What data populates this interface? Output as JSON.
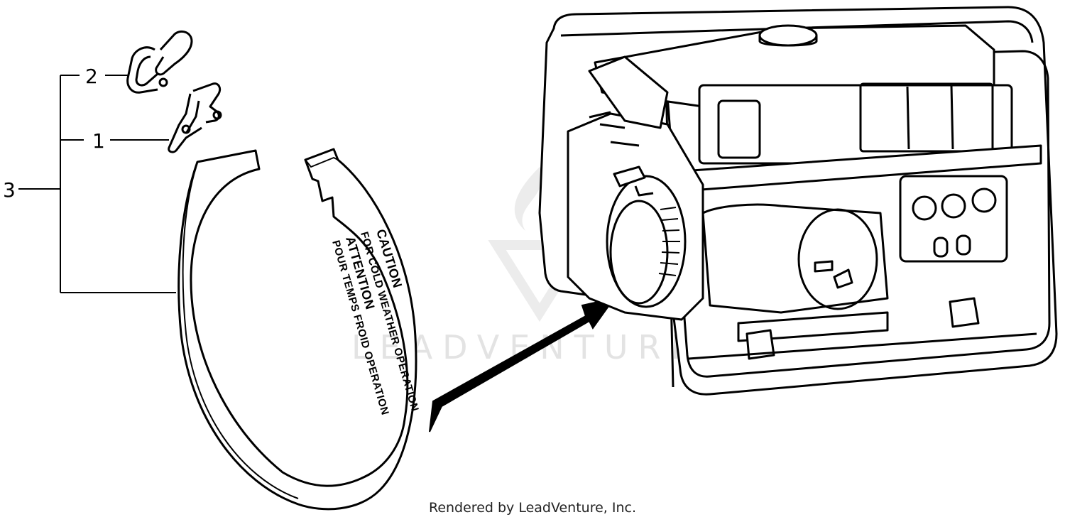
{
  "diagram": {
    "callouts": [
      {
        "number": "2",
        "part": "clip-b"
      },
      {
        "number": "1",
        "part": "clip-a"
      },
      {
        "number": "3",
        "part": "band-assembly"
      }
    ],
    "band_label": {
      "line1": "CAUTION",
      "line2": "FOR COLD WEATHER OPERATION",
      "line3": "ATTENTION",
      "line4": "POUR TEMPS FROID OPERATION"
    },
    "watermark": "LEADVENTURE"
  },
  "footer": {
    "credit": "Rendered by LeadVenture, Inc."
  },
  "colors": {
    "ink": "#000000",
    "watermark": "#e3e3e3"
  }
}
